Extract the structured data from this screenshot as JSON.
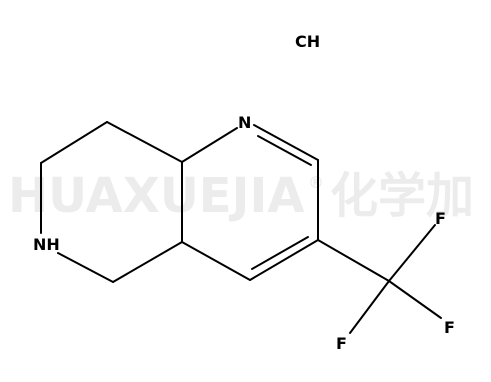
{
  "watermark": {
    "text": "HUAXUEJIA",
    "registered": "®",
    "cjk": "化学加"
  },
  "salt_label": "CH",
  "atoms": {
    "ring_n": "N",
    "nh": "NH",
    "f1": "F",
    "f2": "F",
    "f3": "F"
  },
  "colors": {
    "bond": "#000000",
    "text": "#000000",
    "watermark": "#ececec"
  }
}
